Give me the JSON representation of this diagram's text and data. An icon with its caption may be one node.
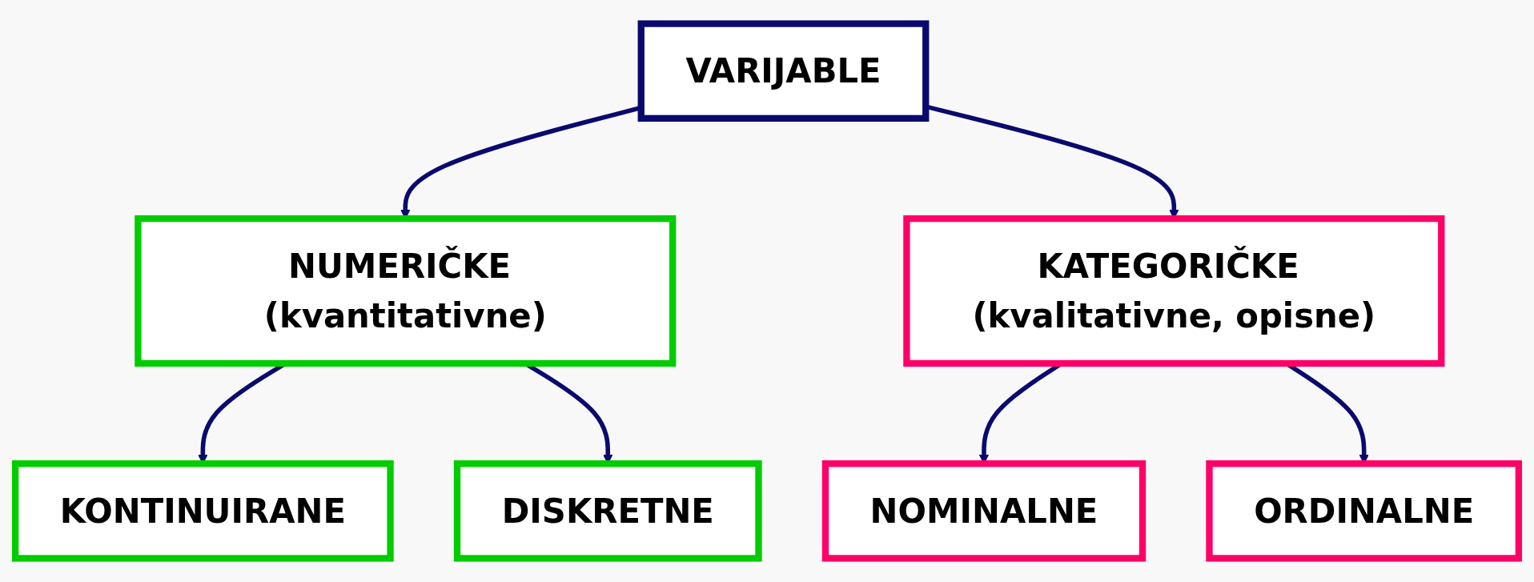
{
  "diagram": {
    "nodes": [
      {
        "text": [
          "VARIJABLE"
        ]
      },
      {
        "text": [
          "NUMERIČKE (kvantitativne)"
        ]
      },
      {
        "text": [
          "KATEGORIČKE (kvalitativne, opisne)"
        ]
      },
      {
        "text": [
          "KONTINUIRANE"
        ]
      },
      {
        "text": [
          "DISKRETNE"
        ]
      },
      {
        "text": [
          "NOMINALNE"
        ]
      },
      {
        "text": [
          "ORDINALNE"
        ]
      }
    ],
    "edges": [
      {
        "from": 0,
        "to": 1,
        "arrow": "to"
      },
      {
        "from": 0,
        "to": 2,
        "arrow": "to"
      },
      {
        "from": 1,
        "to": 3,
        "arrow": "to"
      },
      {
        "from": 1,
        "to": 4,
        "arrow": "to"
      },
      {
        "from": 2,
        "to": 5,
        "arrow": "to"
      },
      {
        "from": 2,
        "to": 6,
        "arrow": "to"
      }
    ]
  }
}
